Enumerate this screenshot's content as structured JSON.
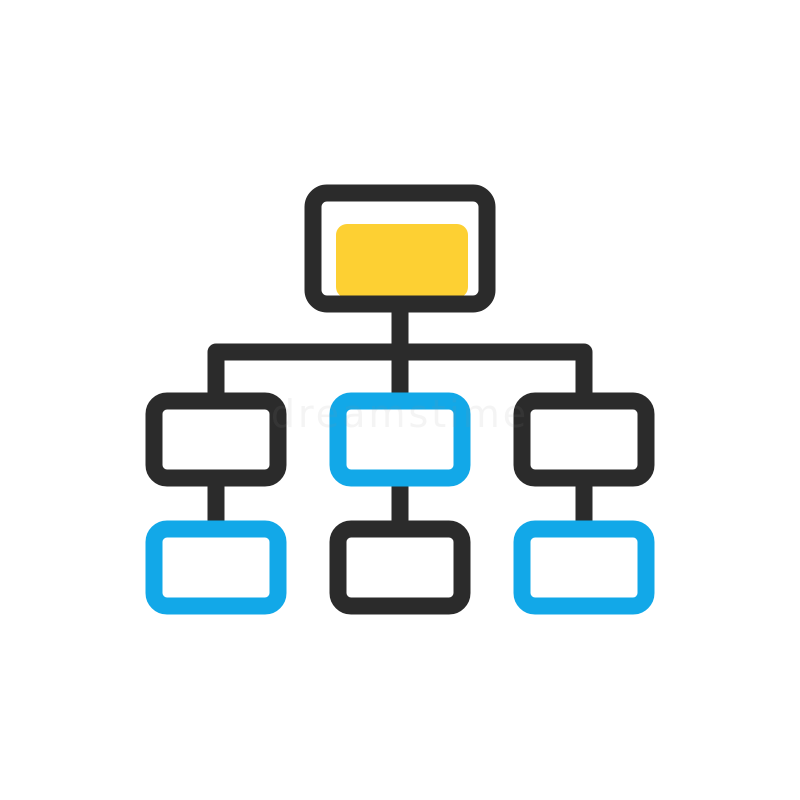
{
  "icon": {
    "name": "hierarchy-structure-icon",
    "colors": {
      "background": "#ffffff",
      "outline": "#2b2b2b",
      "accent_blue": "#12a8e8",
      "accent_yellow": "#fdd033"
    },
    "nodes": [
      {
        "id": "root",
        "level": 0,
        "style": "outline",
        "fill": "accent_yellow"
      },
      {
        "id": "left-mid",
        "level": 1,
        "style": "outline"
      },
      {
        "id": "center-mid",
        "level": 1,
        "style": "accent_blue"
      },
      {
        "id": "right-mid",
        "level": 1,
        "style": "outline"
      },
      {
        "id": "left-bottom",
        "level": 2,
        "style": "accent_blue"
      },
      {
        "id": "center-bottom",
        "level": 2,
        "style": "outline"
      },
      {
        "id": "right-bottom",
        "level": 2,
        "style": "accent_blue"
      }
    ],
    "edges": [
      [
        "root",
        "left-mid"
      ],
      [
        "root",
        "center-mid"
      ],
      [
        "root",
        "right-mid"
      ],
      [
        "left-mid",
        "left-bottom"
      ],
      [
        "center-mid",
        "center-bottom"
      ],
      [
        "right-mid",
        "right-bottom"
      ]
    ]
  },
  "watermark": {
    "text": "dreamstime"
  }
}
